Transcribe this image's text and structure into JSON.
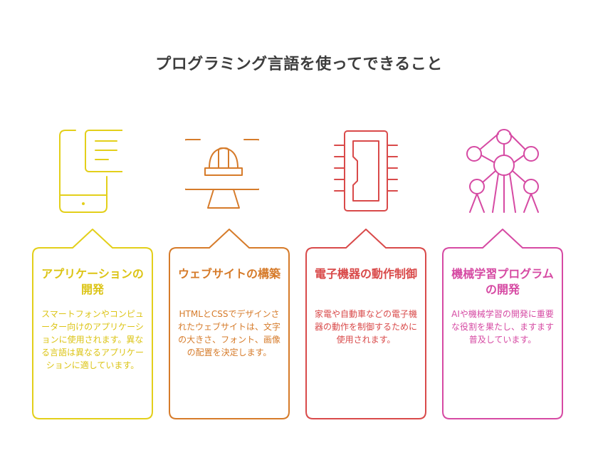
{
  "title": "プログラミング言語を使ってできること",
  "colors": {
    "yellow": "#e3cf1a",
    "orange": "#d67b2a",
    "red": "#d94a4a",
    "magenta": "#d64aa3"
  },
  "cards": [
    {
      "icon": "mobile-app-icon",
      "title": "アプリケーションの開発",
      "description": "スマートフォンやコンピューター向けのアプリケーションに使用されます。異なる言語は異なるアプリケーションに適しています。"
    },
    {
      "icon": "web-construction-icon",
      "title": "ウェブサイトの構築",
      "description": "HTMLとCSSでデザインされたウェブサイトは、文字の大きさ、フォント、画像の配置を決定します。"
    },
    {
      "icon": "microchip-icon",
      "title": "電子機器の動作制御",
      "description": "家電や自動車などの電子機器の動作を制御するために使用されます。"
    },
    {
      "icon": "neural-network-icon",
      "title": "機械学習プログラムの開発",
      "description": "AIや機械学習の開発に重要な役割を果たし、ますます普及しています。"
    }
  ]
}
